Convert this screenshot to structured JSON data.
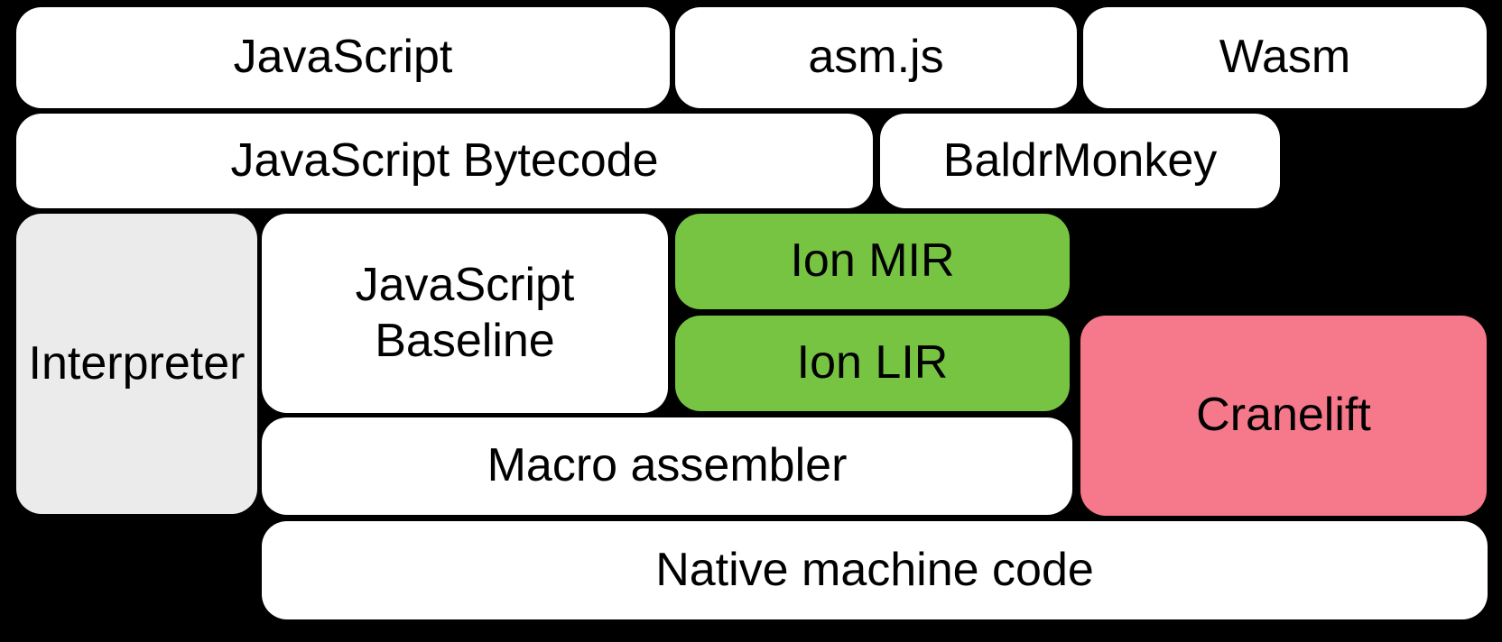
{
  "diagram": {
    "background": "#000000",
    "text_color": "#000000",
    "palette": {
      "plain": "#ffffff",
      "interpreter_gray": "#ebebeb",
      "ion_green": "#76c442",
      "cranelift_pink": "#f5798a"
    },
    "boxes": [
      {
        "id": "javascript",
        "label": "JavaScript",
        "fill": "#ffffff"
      },
      {
        "id": "asmjs",
        "label": "asm.js",
        "fill": "#ffffff"
      },
      {
        "id": "wasm",
        "label": "Wasm",
        "fill": "#ffffff"
      },
      {
        "id": "javascript-bytecode",
        "label": "JavaScript Bytecode",
        "fill": "#ffffff"
      },
      {
        "id": "baldrmonkey",
        "label": "BaldrMonkey",
        "fill": "#ffffff"
      },
      {
        "id": "interpreter",
        "label": "Interpreter",
        "fill": "#ebebeb"
      },
      {
        "id": "javascript-baseline",
        "label": "JavaScript\nBaseline",
        "fill": "#ffffff"
      },
      {
        "id": "ion-mir",
        "label": "Ion MIR",
        "fill": "#76c442"
      },
      {
        "id": "ion-lir",
        "label": "Ion LIR",
        "fill": "#76c442"
      },
      {
        "id": "cranelift",
        "label": "Cranelift",
        "fill": "#f5798a"
      },
      {
        "id": "macro-assembler",
        "label": "Macro assembler",
        "fill": "#ffffff"
      },
      {
        "id": "native-machine-code",
        "label": "Native machine code",
        "fill": "#ffffff"
      }
    ]
  }
}
